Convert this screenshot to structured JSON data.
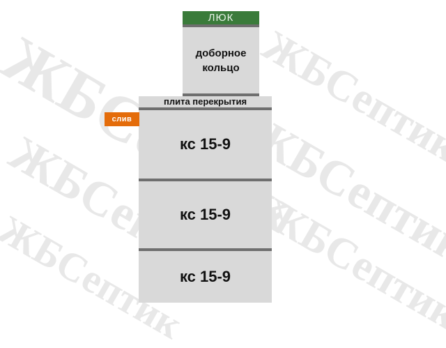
{
  "watermark": {
    "text": "ЖБСептик",
    "items": [
      "ЖБСептик",
      "ЖБСептик",
      "ЖБСептик",
      "ЖБСептик",
      "ЖБСептик",
      "ЖБСептик"
    ]
  },
  "diagram": {
    "hatch_label": "ЛЮК",
    "extra_ring_label": "доборное\nкольцо",
    "slab_label": "плита перекрытия",
    "drain_label": "слив",
    "rings": [
      "кс 15-9",
      "кс 15-9",
      "кс 15-9"
    ]
  },
  "colors": {
    "hatch": "#3a7b3a",
    "concrete": "#d9d9d9",
    "joint": "#6f6f6f",
    "drain": "#e46c0a",
    "watermark": "#e8e8e8"
  }
}
